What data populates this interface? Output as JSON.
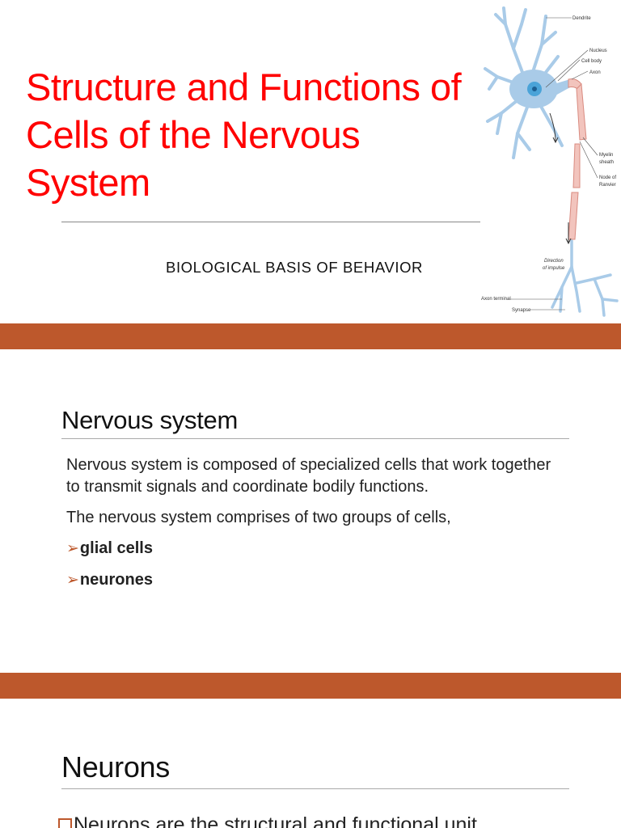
{
  "slide1": {
    "title": "Structure and Functions of Cells of the Nervous System",
    "subtitle": "BIOLOGICAL BASIS OF BEHAVIOR",
    "diagram_labels": {
      "dendrite": "Dendrite",
      "nucleus": "Nucleus",
      "cell_body": "Cell body",
      "axon": "Axon",
      "myelin_1": "Myelin",
      "myelin_2": "sheath",
      "node_1": "Node of",
      "node_2": "Ranvier",
      "direction_1": "Direction",
      "direction_2": "of impulse",
      "axon_terminal": "Axon terminal",
      "synapse": "Synapse"
    }
  },
  "slide2": {
    "heading": "Nervous system",
    "paragraph1": "Nervous system is composed of specialized cells that work together to transmit signals and coordinate bodily functions.",
    "paragraph2": "The nervous system comprises of two groups of cells,",
    "bullets": [
      "glial cells",
      "neurones"
    ],
    "bullet_icon": "arrow-bullet-icon"
  },
  "slide3": {
    "heading": "Neurons",
    "first_line": "Neurons are the structural and functional unit",
    "bullet_icon": "checkbox-bullet-icon"
  },
  "colors": {
    "title_red": "#ff0000",
    "accent_orange": "#bd582c",
    "neuron_blue": "#a9cbe8",
    "myelin_pink": "#f2c4bd"
  }
}
